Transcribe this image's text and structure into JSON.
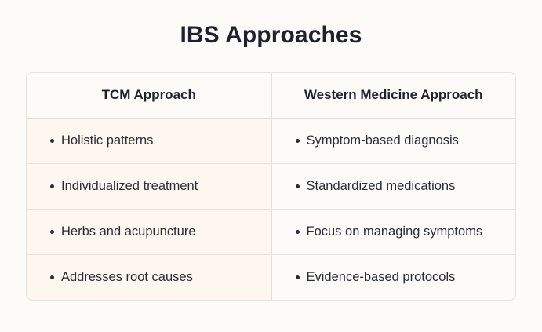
{
  "page": {
    "background_color": "#fdfbf7",
    "title": "IBS Approaches",
    "title_color": "#1d2230"
  },
  "table": {
    "border_color": "#e6e2dc",
    "columns": [
      {
        "key": "tcm",
        "header": "TCM Approach",
        "cell_background": "#fdf7ef"
      },
      {
        "key": "western",
        "header": "Western Medicine Approach",
        "cell_background": "#fdfbf8"
      }
    ],
    "rows": [
      {
        "tcm": "Holistic patterns",
        "western": "Symptom-based diagnosis"
      },
      {
        "tcm": "Individualized treatment",
        "western": "Standardized medications"
      },
      {
        "tcm": "Herbs and acupuncture",
        "western": "Focus on managing symptoms"
      },
      {
        "tcm": "Addresses root causes",
        "western": "Evidence-based protocols"
      }
    ]
  }
}
